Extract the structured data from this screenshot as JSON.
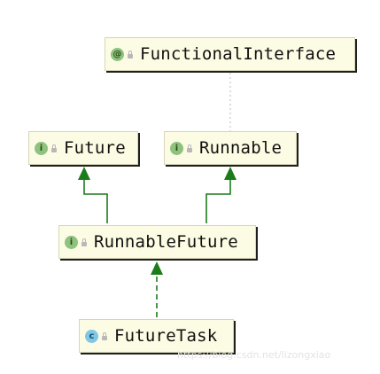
{
  "nodes": {
    "functional_interface": {
      "badge": "@",
      "label": "FunctionalInterface"
    },
    "future": {
      "badge": "i",
      "label": "Future"
    },
    "runnable": {
      "badge": "i",
      "label": "Runnable"
    },
    "runnable_future": {
      "badge": "i",
      "label": "RunnableFuture"
    },
    "future_task": {
      "badge": "c",
      "label": "FutureTask"
    }
  },
  "colors": {
    "extends_arrow": "#1c7c1c",
    "annotation_link": "#c8b4b4",
    "node_fill": "#fcfbe3"
  },
  "watermark": "https://blog.csdn.net/lizongxiao"
}
